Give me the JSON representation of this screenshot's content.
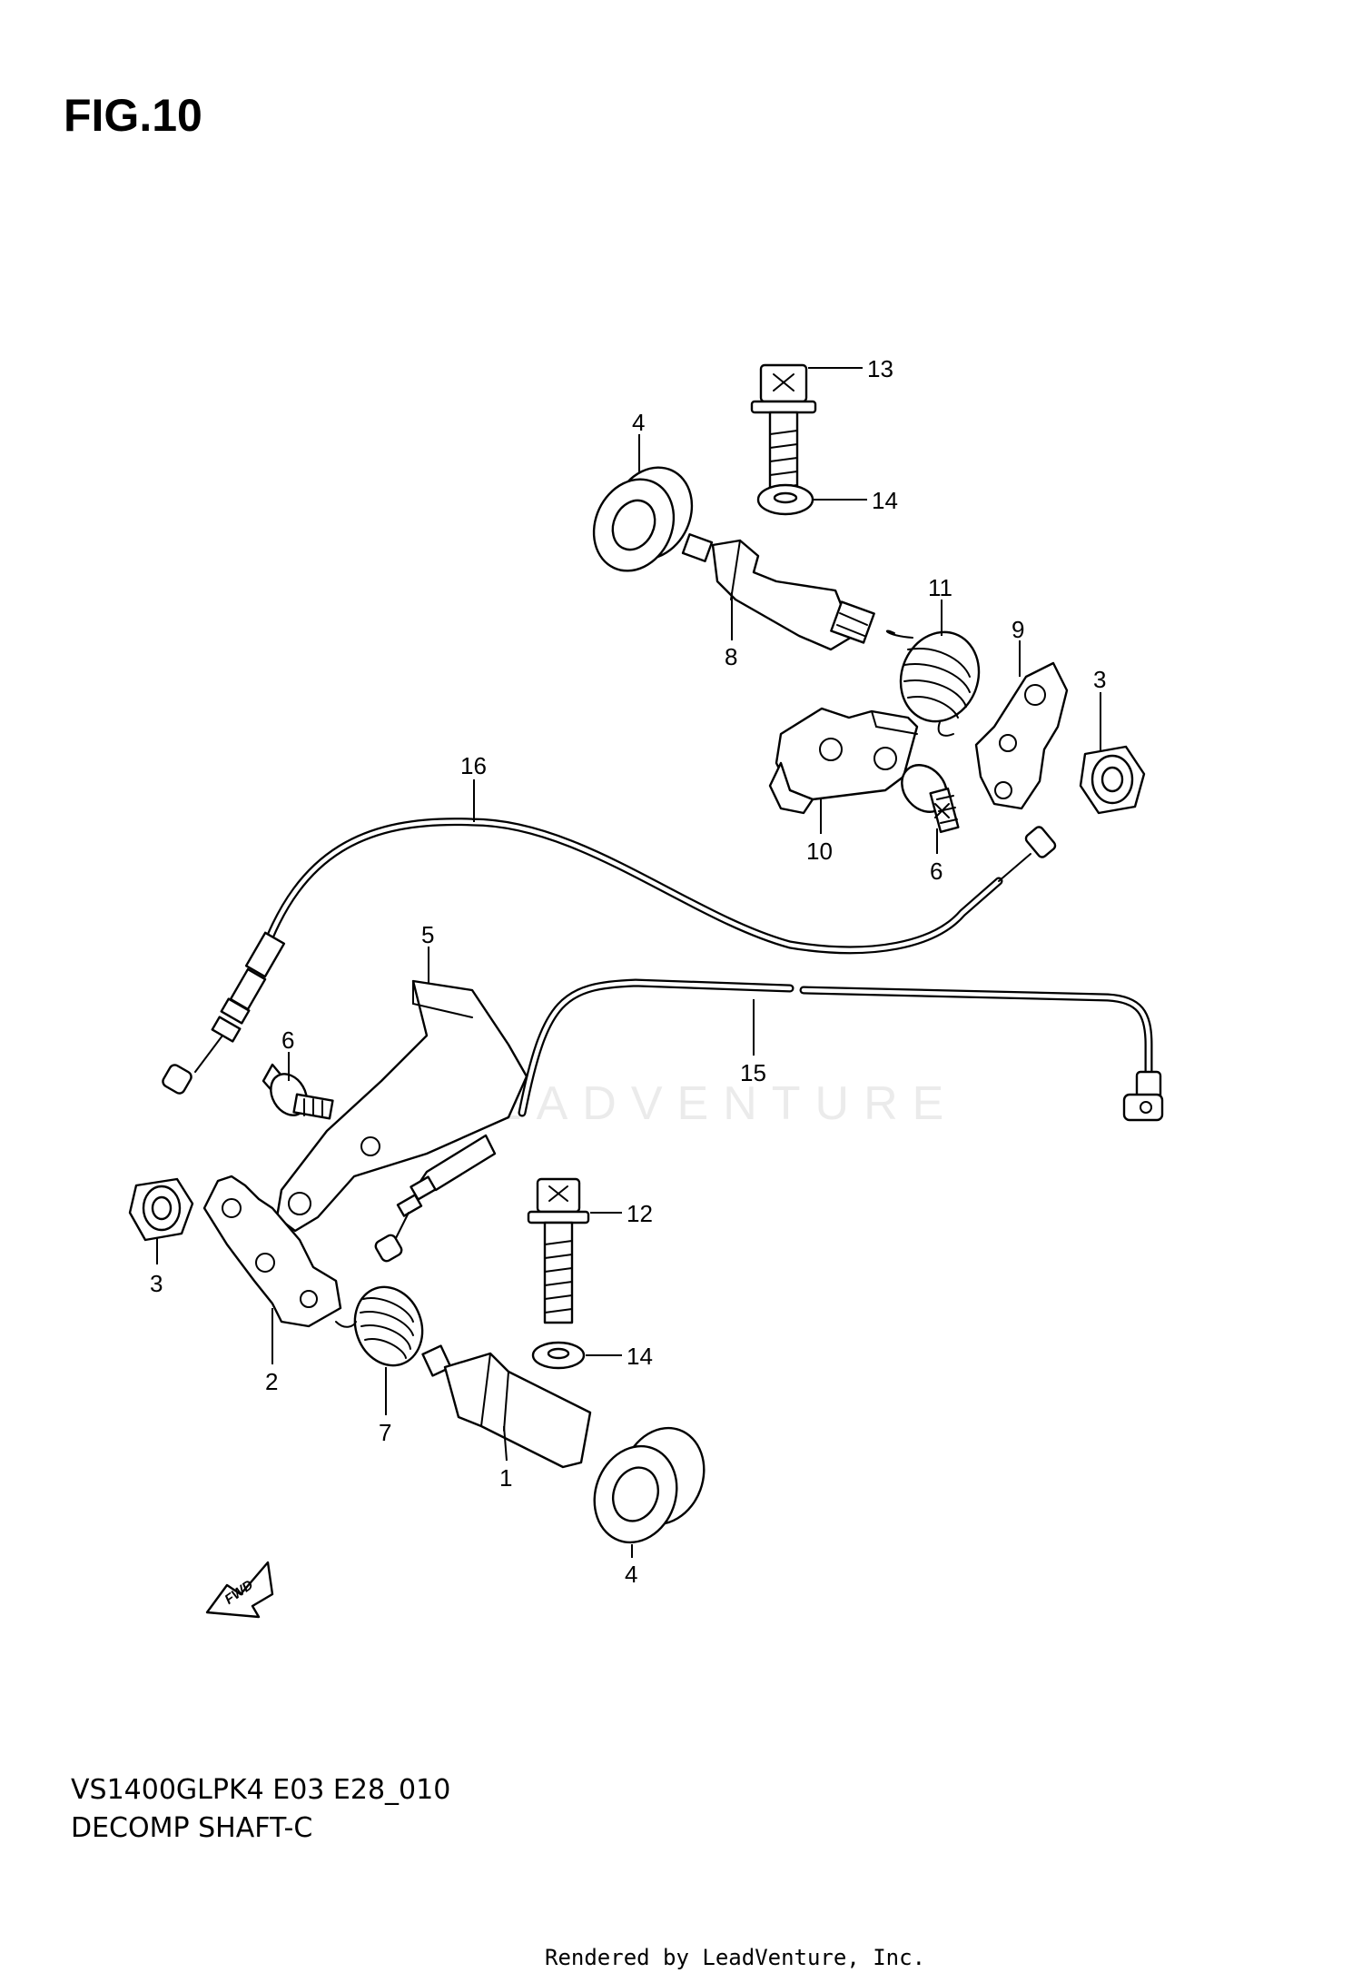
{
  "figure": {
    "title": "FIG.10",
    "model_code": "VS1400GLPK4 E03 E28_010",
    "assembly_name": "DECOMP SHAFT-C",
    "render_credit": "Rendered by LeadVenture, Inc.",
    "watermark": "LEADVENTURE",
    "direction_marker": "FWD"
  },
  "callouts": [
    {
      "label": "13"
    },
    {
      "label": "4"
    },
    {
      "label": "14"
    },
    {
      "label": "11"
    },
    {
      "label": "8"
    },
    {
      "label": "9"
    },
    {
      "label": "3"
    },
    {
      "label": "16"
    },
    {
      "label": "10"
    },
    {
      "label": "6"
    },
    {
      "label": "5"
    },
    {
      "label": "6"
    },
    {
      "label": "15"
    },
    {
      "label": "12"
    },
    {
      "label": "3"
    },
    {
      "label": "14"
    },
    {
      "label": "2"
    },
    {
      "label": "7"
    },
    {
      "label": "1"
    },
    {
      "label": "4"
    }
  ]
}
